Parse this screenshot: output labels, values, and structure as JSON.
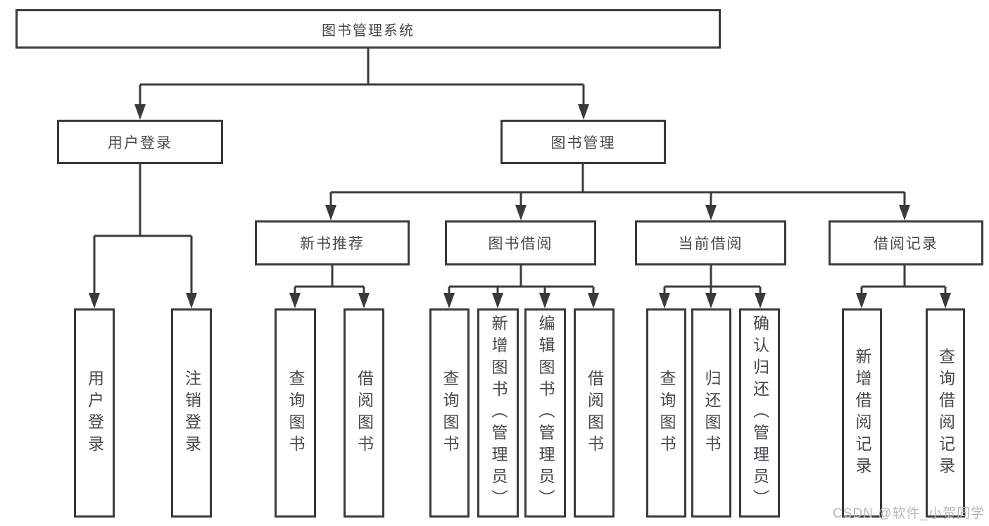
{
  "diagram": {
    "root": {
      "label": "图书管理系统"
    },
    "level2": [
      {
        "label": "用户登录",
        "children": [
          {
            "label": "用户登录"
          },
          {
            "label": "注销登录"
          }
        ]
      },
      {
        "label": "图书管理",
        "children": [
          {
            "label": "新书推荐",
            "children": [
              {
                "label": "查询图书"
              },
              {
                "label": "借阅图书"
              }
            ]
          },
          {
            "label": "图书借阅",
            "children": [
              {
                "label": "查询图书"
              },
              {
                "label": "新增图书（管理员）"
              },
              {
                "label": "编辑图书（管理员）"
              },
              {
                "label": "借阅图书"
              }
            ]
          },
          {
            "label": "当前借阅",
            "children": [
              {
                "label": "查询图书"
              },
              {
                "label": "归还图书"
              },
              {
                "label": "确认归还（管理员）"
              }
            ]
          },
          {
            "label": "借阅记录",
            "children": [
              {
                "label": "新增借阅记录"
              },
              {
                "label": "查询借阅记录"
              }
            ]
          }
        ]
      }
    ]
  },
  "colors": {
    "line": "#3a3a3a",
    "box_border": "#3a3a3a",
    "text": "#464650",
    "watermark": "#b9b9b9",
    "background": "#ffffff"
  },
  "watermark": {
    "text": "CSDN @软件_小贺同学"
  }
}
